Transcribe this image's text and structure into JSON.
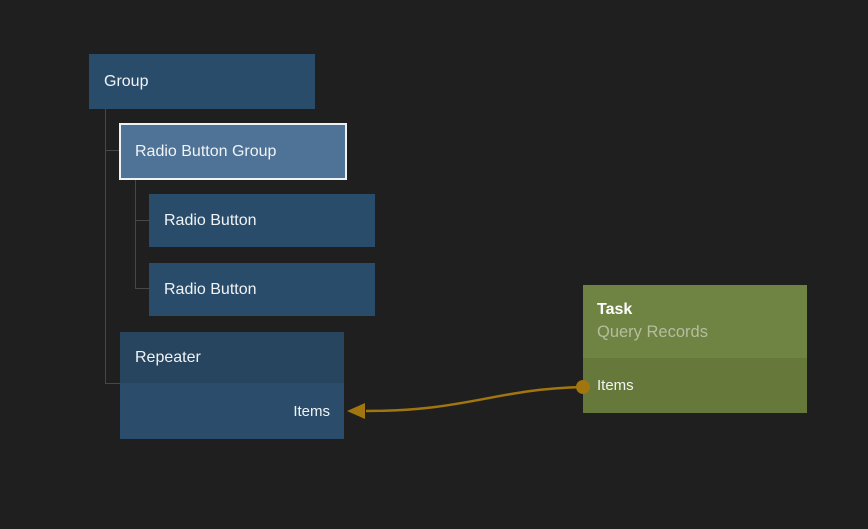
{
  "canvas": {
    "type": "interface-component-hierarchy"
  },
  "tree": {
    "nodes": [
      {
        "id": "group",
        "label": "Group",
        "selected": false
      },
      {
        "id": "radio-button-group",
        "label": "Radio Button Group",
        "selected": true
      },
      {
        "id": "radio-button-1",
        "label": "Radio Button",
        "selected": false
      },
      {
        "id": "radio-button-2",
        "label": "Radio Button",
        "selected": false
      },
      {
        "id": "repeater",
        "label": "Repeater",
        "selected": false,
        "port": "Items"
      }
    ]
  },
  "task_node": {
    "title": "Task",
    "subtitle": "Query Records",
    "output_port": "Items"
  },
  "connection": {
    "from": "Task.Items",
    "to": "Repeater.Items",
    "direction": "right-to-left"
  },
  "colors": {
    "background": "#1f1f1f",
    "node_fill": "#2a4c6b",
    "selected_fill": "#4e7396",
    "selected_border": "#eef2f5",
    "repeater_header_fill": "#28455f",
    "repeater_body_fill": "#2b4d6b",
    "task_header_fill": "#6f8343",
    "task_port_fill": "#66793a",
    "wire": "#a1750f",
    "tree_line": "#474747",
    "node_text": "#f0f3f5",
    "task_subtitle_text": "#b5bd9e"
  }
}
